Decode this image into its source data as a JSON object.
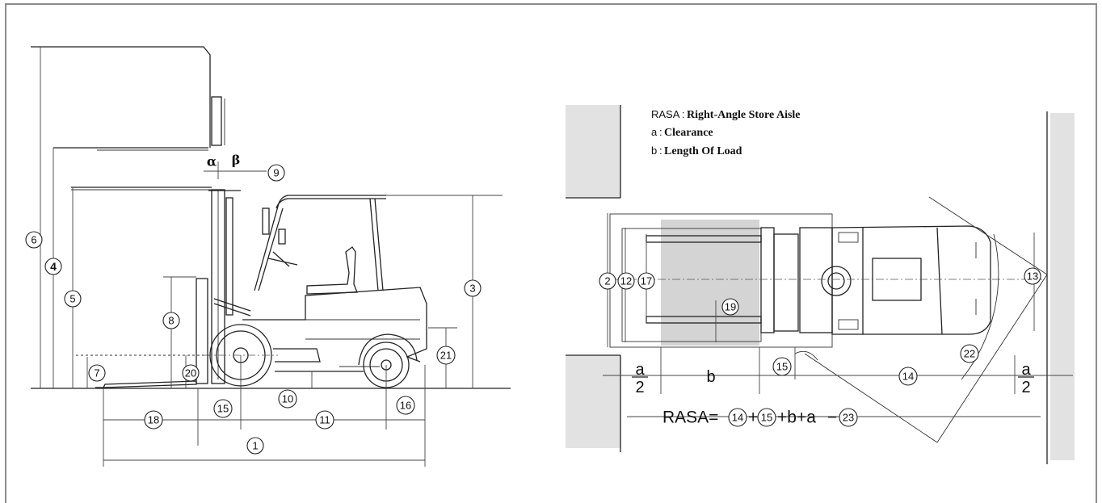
{
  "legend": {
    "rasa_key": "RASA",
    "rasa_text": "Right-Angle Store Aisle",
    "a_key": "a",
    "a_text": "Clearance",
    "b_key": "b",
    "b_text": "Length Of Load"
  },
  "formula": {
    "lhs": "RASA=",
    "plus1": "+",
    "plus2": "+b+a",
    "dash": "−",
    "t14": "14",
    "t15": "15",
    "t23": "23"
  },
  "fraction": {
    "numerator": "a",
    "denominator": "2"
  },
  "width_b": "b",
  "angles": {
    "alpha": "α",
    "beta": "β"
  },
  "side_labels": {
    "d1": "1",
    "d3": "3",
    "d4": "4",
    "d5": "5",
    "d6": "6",
    "d7": "7",
    "d8": "8",
    "d9": "9",
    "d10": "10",
    "d11": "11",
    "d15": "15",
    "d16": "16",
    "d18": "18",
    "d20": "20",
    "d21": "21"
  },
  "top_labels": {
    "d2": "2",
    "d12": "12",
    "d17": "17",
    "d13": "13",
    "d14": "14",
    "d15": "15",
    "d19": "19",
    "d22": "22"
  }
}
